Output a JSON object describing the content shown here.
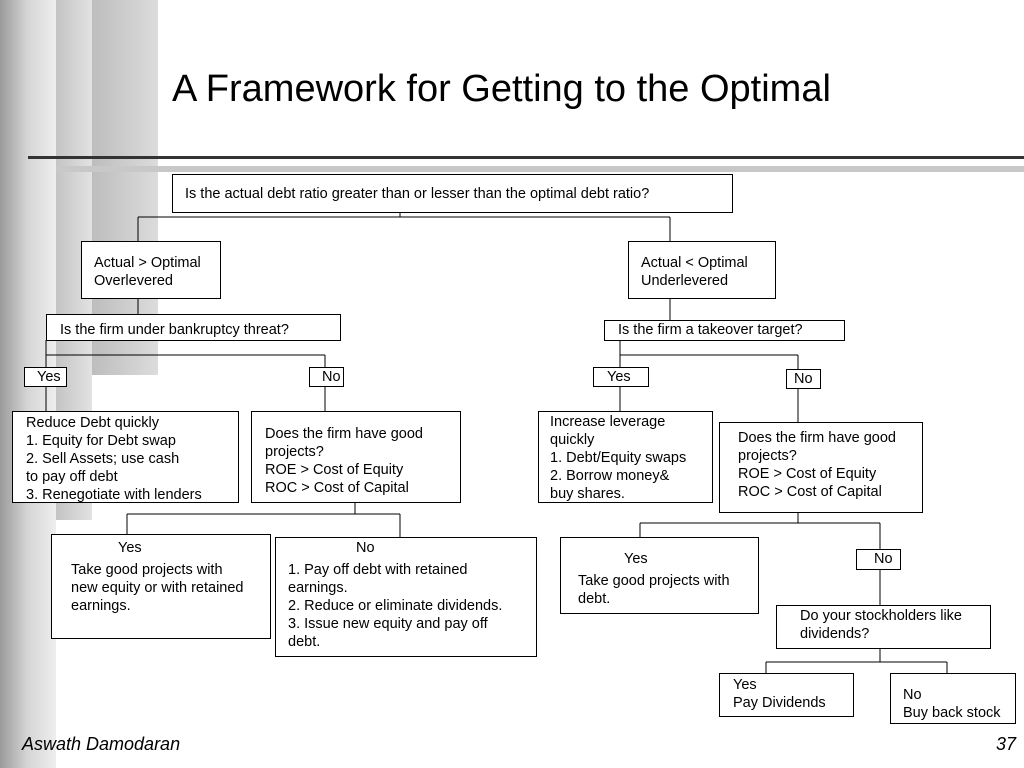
{
  "slide": {
    "title": "A Framework for Getting to the Optimal",
    "author": "Aswath Damodaran",
    "page_number": "37"
  },
  "diagram": {
    "root": "Is the actual debt ratio greater than or lesser than the optimal debt ratio?",
    "left": {
      "state": [
        "Actual > Optimal",
        "Overlevered"
      ],
      "question": "Is the firm under bankruptcy threat?",
      "yes_label": "Yes",
      "no_label": "No",
      "yes_action": [
        "Reduce Debt quickly",
        "1. Equity for Debt swap",
        "2. Sell Assets; use cash",
        "to pay off debt",
        "3. Renegotiate with lenders"
      ],
      "no_question": [
        "Does the firm have good",
        "projects?",
        "ROE > Cost of Equity",
        "ROC > Cost of Capital"
      ],
      "projects_yes": {
        "label": "Yes",
        "text": [
          "Take good projects with",
          "new equity or with retained",
          "earnings."
        ]
      },
      "projects_no": {
        "label": "No",
        "text": [
          "1. Pay off debt with retained",
          "earnings.",
          "2. Reduce or eliminate dividends.",
          "3. Issue new equity and pay off",
          "debt."
        ]
      }
    },
    "right": {
      "state": [
        "Actual < Optimal",
        "Underlevered"
      ],
      "question": "Is the firm a takeover target?",
      "yes_label": "Yes",
      "no_label": "No",
      "yes_action": [
        "Increase leverage",
        "quickly",
        "1. Debt/Equity swaps",
        "2. Borrow money&",
        "buy shares."
      ],
      "no_question": [
        "Does the firm have good",
        "projects?",
        "ROE > Cost of Equity",
        "ROC > Cost of Capital"
      ],
      "projects_yes": {
        "label": "Yes",
        "text": [
          "Take good projects with",
          "debt."
        ]
      },
      "projects_no_label": "No",
      "dividend_question": [
        "Do your stockholders like",
        "dividends?"
      ],
      "dividends_yes": [
        "Yes",
        "Pay Dividends"
      ],
      "dividends_no": [
        "No",
        "Buy back stock"
      ]
    }
  }
}
